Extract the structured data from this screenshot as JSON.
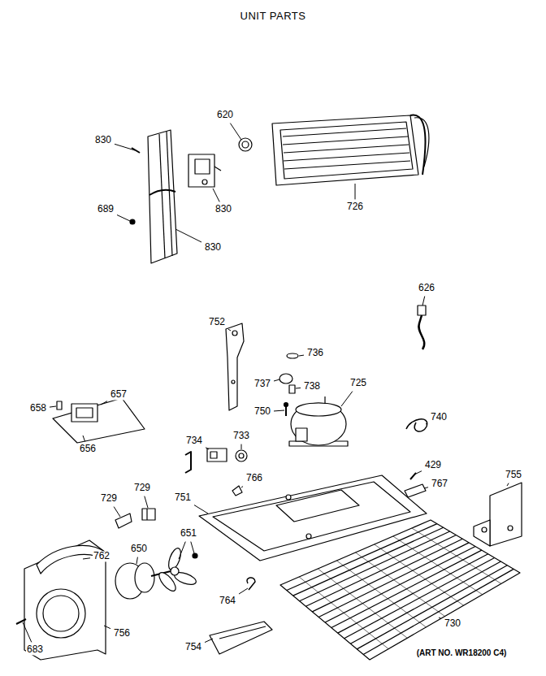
{
  "diagram": {
    "title": "UNIT PARTS",
    "caption": "(ART NO. WR18200 C4)",
    "labels": [
      "830",
      "620",
      "689",
      "830",
      "830",
      "726",
      "626",
      "752",
      "736",
      "737",
      "738",
      "725",
      "750",
      "658",
      "657",
      "656",
      "740",
      "734",
      "733",
      "766",
      "429",
      "729",
      "729",
      "751",
      "767",
      "755",
      "650",
      "651",
      "762",
      "764",
      "730",
      "683",
      "756",
      "754"
    ]
  }
}
